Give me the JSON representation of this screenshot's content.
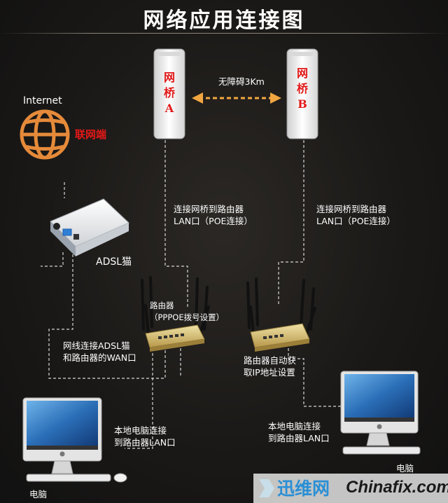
{
  "title": "网络应用连接图",
  "internet": {
    "label": "Internet",
    "tag": "联网端"
  },
  "bridge_a": {
    "line1": "网",
    "line2": "桥",
    "line3": "A"
  },
  "bridge_b": {
    "line1": "网",
    "line2": "桥",
    "line3": "B"
  },
  "link": {
    "distance": "无障碍3Km"
  },
  "conn_a": {
    "line1": "连接网桥到路由器",
    "line2": "LAN口（POE连接）"
  },
  "conn_b": {
    "line1": "连接网桥到路由器",
    "line2": "LAN口（POE连接）"
  },
  "adsl": {
    "label": "ADSL猫"
  },
  "router_left": {
    "line1": "路由器",
    "line2": "（PPPOE拨号设置）"
  },
  "router_right": {
    "line1": "路由器自动获",
    "line2": "取IP地址设置"
  },
  "wan_note": {
    "line1": "网线连接ADSL猫",
    "line2": "和路由器的WAN口"
  },
  "pc_left": {
    "note1": "本地电脑连接",
    "note2": "到路由器LAN口",
    "label": "电脑"
  },
  "pc_right": {
    "note1": "本地电脑连接",
    "note2": "到路由器LAN口",
    "label": "电脑"
  },
  "watermark": {
    "cn": "迅维网",
    "en": "Chinafix.com"
  },
  "colors": {
    "accent_red": "#e31818",
    "arrow_orange": "#f2a640",
    "globe_orange": "#e58a3a",
    "router_gold": "#cfb264"
  }
}
